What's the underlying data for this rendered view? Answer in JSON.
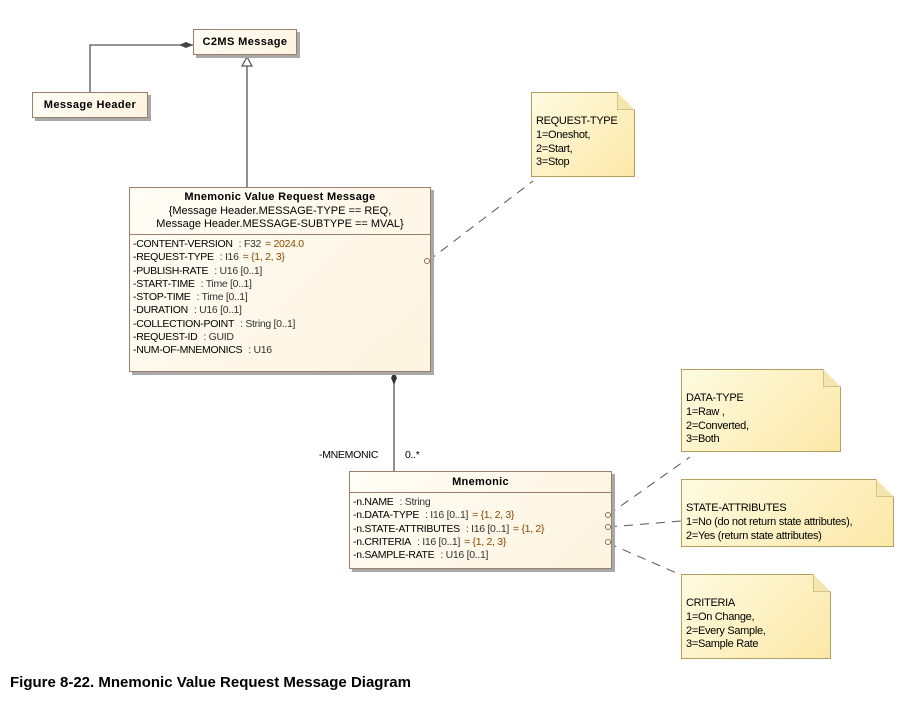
{
  "classes": {
    "c2ms_message": {
      "name": "C2MS Message"
    },
    "message_header": {
      "name": "Message Header"
    },
    "mvr_message": {
      "name": "Mnemonic Value Request Message",
      "constraint_line1": "{Message Header.MESSAGE-TYPE == REQ,",
      "constraint_line2": "Message Header.MESSAGE-SUBTYPE == MVAL}",
      "attributes": [
        {
          "name": "-CONTENT-VERSION",
          "type": ": F32",
          "value": "= 2024.0"
        },
        {
          "name": "-REQUEST-TYPE",
          "type": ": I16",
          "value": "= {1, 2, 3}"
        },
        {
          "name": "-PUBLISH-RATE",
          "type": ": U16 [0..1]",
          "value": ""
        },
        {
          "name": "-START-TIME",
          "type": ": Time [0..1]",
          "value": ""
        },
        {
          "name": "-STOP-TIME",
          "type": ": Time [0..1]",
          "value": ""
        },
        {
          "name": "-DURATION",
          "type": ": U16 [0..1]",
          "value": ""
        },
        {
          "name": "-COLLECTION-POINT",
          "type": ": String [0..1]",
          "value": ""
        },
        {
          "name": "-REQUEST-ID",
          "type": ": GUID",
          "value": ""
        },
        {
          "name": "-NUM-OF-MNEMONICS",
          "type": ": U16",
          "value": ""
        }
      ]
    },
    "mnemonic": {
      "name": "Mnemonic",
      "attributes": [
        {
          "name": "-n.NAME",
          "type": ": String",
          "value": ""
        },
        {
          "name": "-n.DATA-TYPE",
          "type": ": I16 [0..1]",
          "value": "= {1, 2, 3}"
        },
        {
          "name": "-n.STATE-ATTRIBUTES",
          "type": ": I16 [0..1]",
          "value": "= {1, 2}"
        },
        {
          "name": "-n.CRITERIA",
          "type": ": I16 [0..1]",
          "value": "= {1, 2, 3}"
        },
        {
          "name": "-n.SAMPLE-RATE",
          "type": ": U16 [0..1]",
          "value": ""
        }
      ]
    }
  },
  "association": {
    "role": "-MNEMONIC",
    "multiplicity": "0..*"
  },
  "notes": {
    "request_type": [
      "REQUEST-TYPE",
      "1=Oneshot,",
      "2=Start,",
      "3=Stop"
    ],
    "data_type": [
      "DATA-TYPE",
      "1=Raw ,",
      "2=Converted,",
      "3=Both"
    ],
    "state_attributes": [
      "STATE-ATTRIBUTES",
      "1=No (do not return state attributes),",
      "2=Yes (return state attributes)"
    ],
    "criteria": [
      "CRITERIA",
      "1=On Change,",
      "2=Every Sample,",
      "3=Sample Rate"
    ]
  },
  "caption": "Figure 8-22. Mnemonic Value Request Message Diagram"
}
